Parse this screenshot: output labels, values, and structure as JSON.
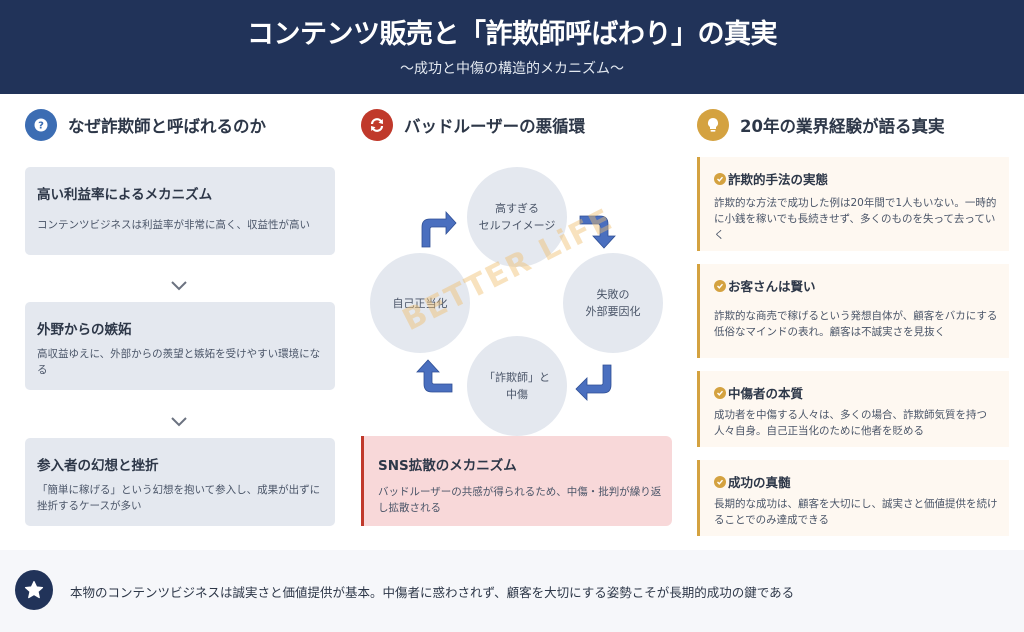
{
  "header": {
    "title": "コンテンツ販売と「詐欺師呼ばわり」の真実",
    "subtitle": "〜成功と中傷の構造的メカニズム〜"
  },
  "left": {
    "icon": "question-icon",
    "icon_color": "#3c6db3",
    "title": "なぜ詐欺師と呼ばれるのか",
    "cards": [
      {
        "title": "高い利益率によるメカニズム",
        "body": "コンテンツビジネスは利益率が非常に高く、収益性が高い"
      },
      {
        "title": "外野からの嫉妬",
        "body": "高収益ゆえに、外部からの羨望と嫉妬を受けやすい環境になる"
      },
      {
        "title": "参入者の幻想と挫折",
        "body": "「簡単に稼げる」という幻想を抱いて参入し、成果が出ずに挫折するケースが多い"
      }
    ]
  },
  "middle": {
    "icon": "refresh-icon",
    "icon_color": "#c0392b",
    "title": "バッドルーザーの悪循環",
    "cycle": [
      {
        "label": "高すぎる\nセルフイメージ"
      },
      {
        "label": "失敗の\n外部要因化"
      },
      {
        "label": "「詐欺師」と\n中傷"
      },
      {
        "label": "自己正当化"
      }
    ],
    "watermark": "BETTER LiFE",
    "sns": {
      "title": "SNS拡散のメカニズム",
      "body": "バッドルーザーの共感が得られるため、中傷・批判が繰り返し拡散される"
    }
  },
  "right": {
    "icon": "lightbulb-icon",
    "icon_color": "#d4a240",
    "title": "20年の業界経験が語る真実",
    "cards": [
      {
        "title": "詐欺的手法の実態",
        "body": "詐欺的な方法で成功した例は20年間で1人もいない。一時的に小銭を稼いでも長続きせず、多くのものを失って去っていく"
      },
      {
        "title": "お客さんは賢い",
        "body": "詐欺的な商売で稼げるという発想自体が、顧客をバカにする低俗なマインドの表れ。顧客は不誠実さを見抜く"
      },
      {
        "title": "中傷者の本質",
        "body": "成功者を中傷する人々は、多くの場合、詐欺師気質を持つ人々自身。自己正当化のために他者を貶める"
      },
      {
        "title": "成功の真髄",
        "body": "長期的な成功は、顧客を大切にし、誠実さと価値提供を続けることでのみ達成できる"
      }
    ]
  },
  "footer": {
    "icon": "star-icon",
    "text": "本物のコンテンツビジネスは誠実さと価値提供が基本。中傷者に惑わされず、顧客を大切にする姿勢こそが長期的成功の鍵である"
  },
  "colors": {
    "header_bg": "#213359",
    "card_bg": "#e4e8ef",
    "arrow": "#4a6fbf",
    "sns_bg": "#f8d8d9",
    "right_card_bg": "#fef8f1"
  }
}
